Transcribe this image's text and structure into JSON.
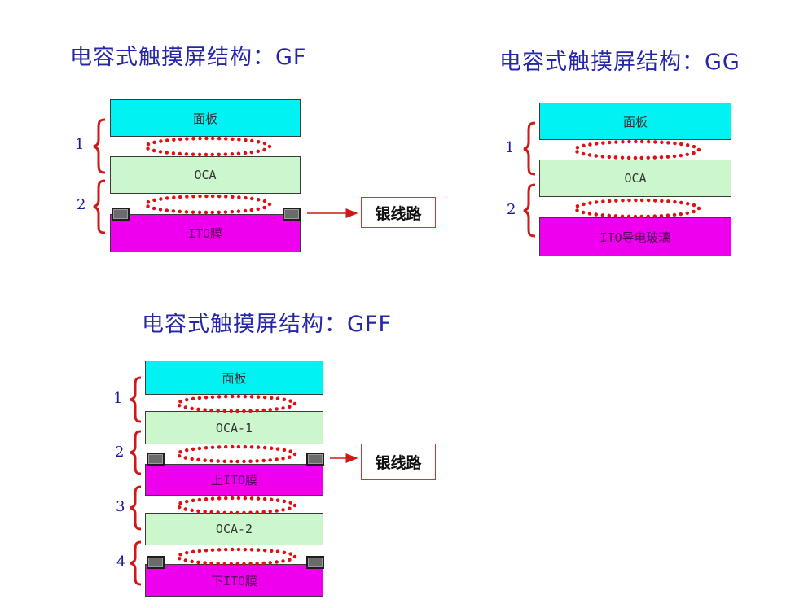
{
  "gf": {
    "title": "电容式触摸屏结构：GF",
    "layers": {
      "panel": "面板",
      "oca": "OCA",
      "ito": "ITO膜"
    },
    "brackets": [
      "1",
      "2"
    ],
    "silver_line": "银线路"
  },
  "gg": {
    "title": "电容式触摸屏结构：GG",
    "layers": {
      "panel": "面板",
      "oca": "OCA",
      "ito": "ITO导电玻璃"
    },
    "brackets": [
      "1",
      "2"
    ]
  },
  "gff": {
    "title": "电容式触摸屏结构：GFF",
    "layers": {
      "panel": "面板",
      "oca1": "OCA-1",
      "ito_upper": "上ITO膜",
      "oca2": "OCA-2",
      "ito_lower": "下ITO膜"
    },
    "brackets": [
      "1",
      "2",
      "3",
      "4"
    ],
    "silver_line": "银线路"
  },
  "colors": {
    "title": "#2626a8",
    "panel": "#00f2f2",
    "oca": "#ccf7cc",
    "ito": "#ee00ee",
    "dots": "#e01010",
    "bracket": "#d01818",
    "number": "#1a1a9a"
  }
}
